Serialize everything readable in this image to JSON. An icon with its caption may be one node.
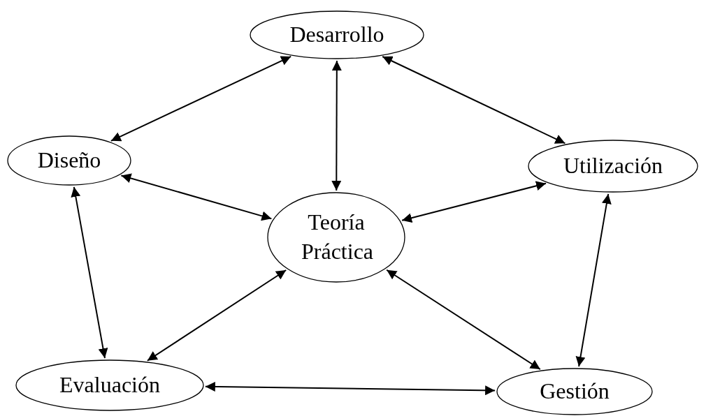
{
  "diagram": {
    "nodes": [
      {
        "text": [
          "Desarrollo"
        ]
      },
      {
        "text": [
          "Diseño"
        ]
      },
      {
        "text": [
          "Utilización"
        ]
      },
      {
        "text": [
          "Teoría Práctica"
        ]
      },
      {
        "text": [
          "Evaluación"
        ]
      },
      {
        "text": [
          "Gestión"
        ]
      }
    ],
    "edges": [
      {
        "from": 0,
        "to": 1,
        "arrow": "both"
      },
      {
        "from": 0,
        "to": 3,
        "arrow": "both"
      },
      {
        "from": 0,
        "to": 2,
        "arrow": "both"
      },
      {
        "from": 1,
        "to": 3,
        "arrow": "both"
      },
      {
        "from": 2,
        "to": 3,
        "arrow": "both"
      },
      {
        "from": 1,
        "to": 4,
        "arrow": "both"
      },
      {
        "from": 3,
        "to": 4,
        "arrow": "both"
      },
      {
        "from": 3,
        "to": 5,
        "arrow": "both"
      },
      {
        "from": 2,
        "to": 5,
        "arrow": "both"
      },
      {
        "from": 4,
        "to": 5,
        "arrow": "both"
      }
    ]
  }
}
